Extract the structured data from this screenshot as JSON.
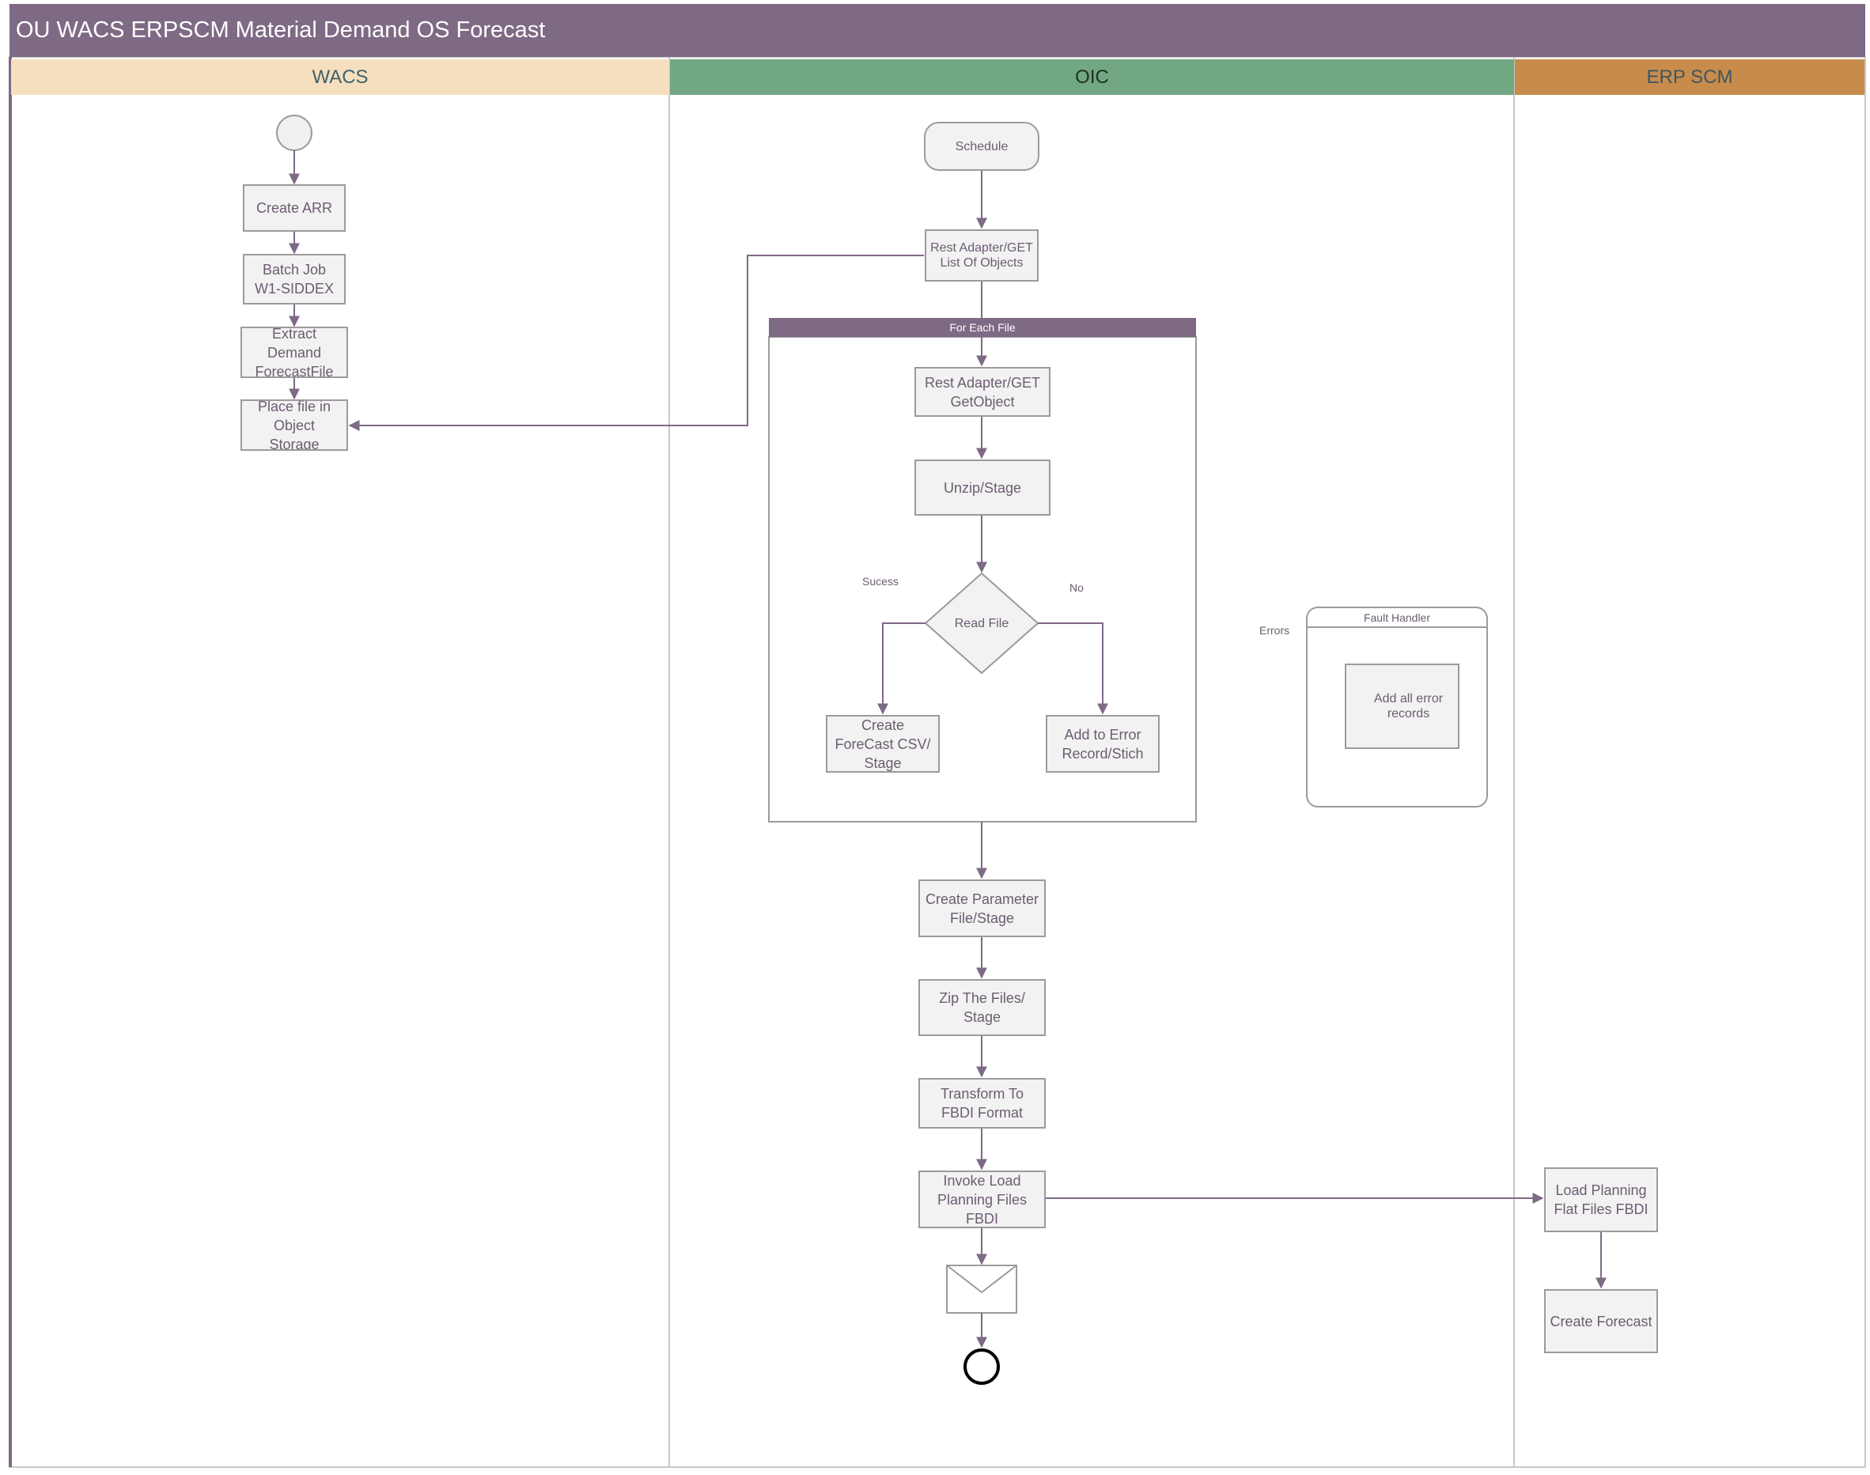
{
  "title": "OU WACS ERPSCM Material Demand OS Forecast",
  "lanes": {
    "wacs": "WACS",
    "oic": "OIC",
    "erp": "ERP SCM"
  },
  "wacs": {
    "create_arr": "Create ARR",
    "batch_job": "Batch Job\nW1-SIDDEX",
    "extract": "Extract\nDemand\nForecastFile",
    "place_file": "Place file in\nObject\nStorage"
  },
  "oic": {
    "schedule": "Schedule",
    "rest_list": "Rest Adapter/GET\nList Of Objects",
    "loop_title": "For Each File",
    "rest_get": "Rest Adapter/GET\nGetObject",
    "unzip": "Unzip/Stage",
    "decision": "Read File",
    "success_label": "Sucess",
    "no_label": "No",
    "create_csv": "Create\nForeCast CSV/\nStage",
    "add_error": "Add to Error\nRecord/Stich",
    "errors_label": "Errors",
    "fault_handler": "Fault Handler",
    "add_all_errors": "Add all error\nrecords",
    "create_param": "Create Parameter\nFile/Stage",
    "zip_files": "Zip The Files/\nStage",
    "transform": "Transform To\nFBDI Format",
    "invoke_load": "Invoke Load\nPlanning Files\nFBDI"
  },
  "erp": {
    "load_planning": "Load Planning\nFlat Files FBDI",
    "create_forecast": "Create Forecast"
  },
  "colors": {
    "title_bar": "#7e6a84",
    "wacs_lane": "#f5dfbf",
    "oic_lane": "#72a783",
    "erp_lane": "#c78c4c",
    "connector": "#7e6a84",
    "node_fill": "#f2f2f2"
  }
}
